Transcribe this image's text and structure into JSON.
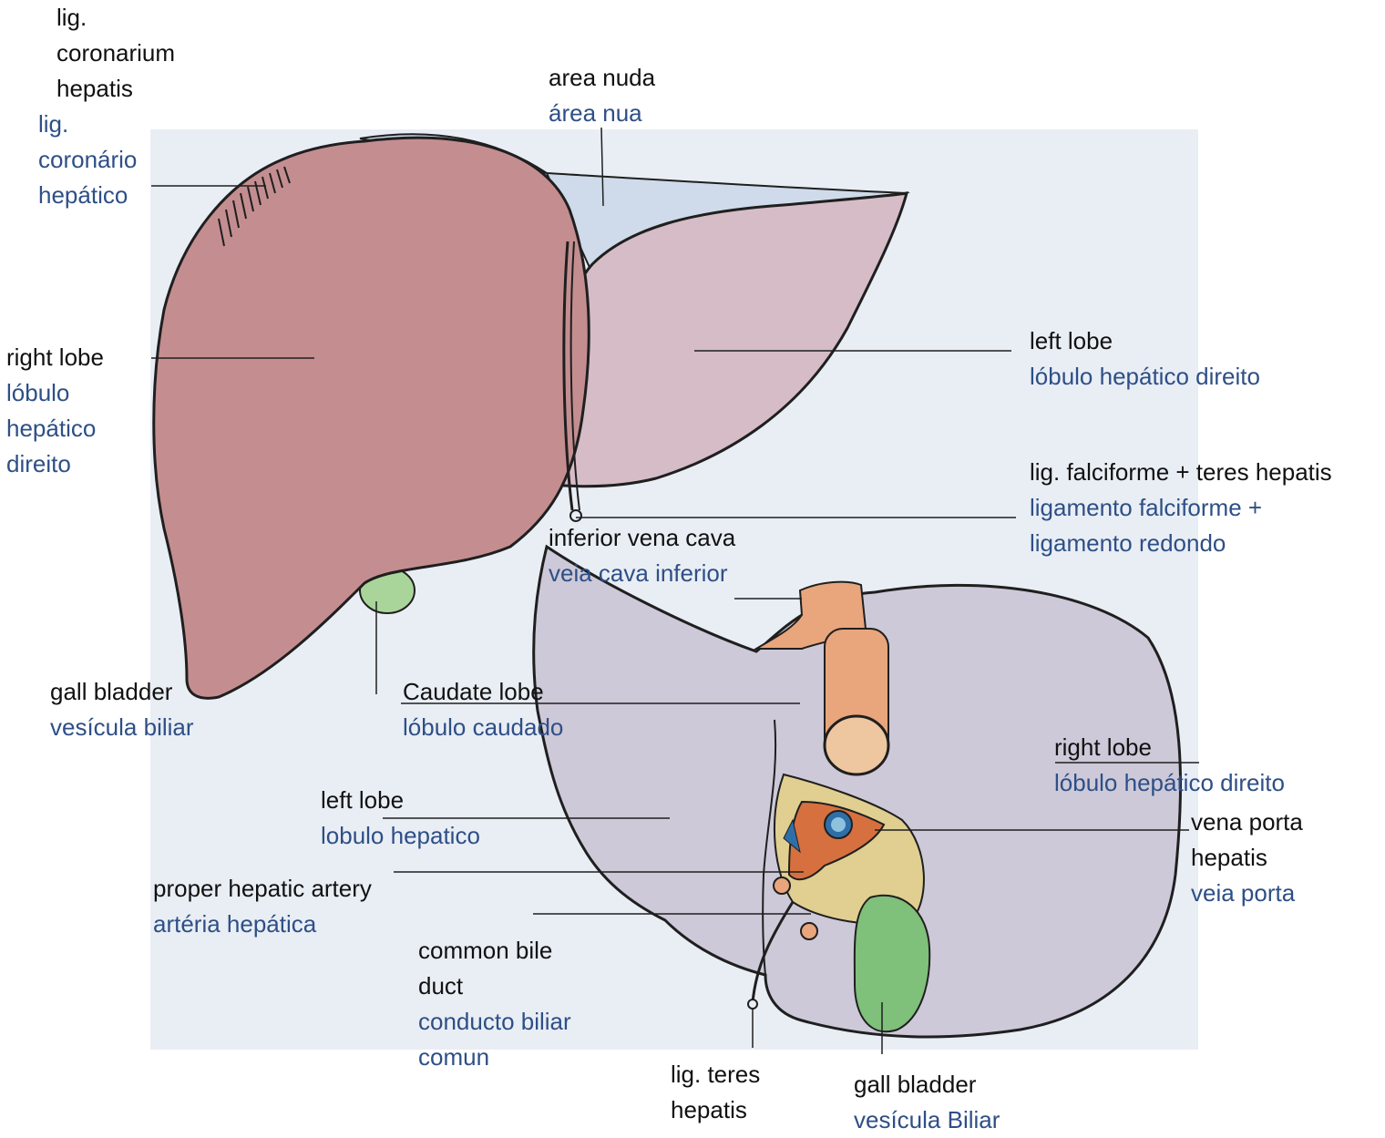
{
  "colors": {
    "english_text": "#111111",
    "portuguese_text": "#2e4f86",
    "paper": "#e9eef5",
    "liver_right_lobe": "#c48e91",
    "liver_left_lobe": "#d5bcc6",
    "liver_inferior": "#cdc9d8",
    "vena_cava": "#e9a57c",
    "gall_bladder": "#7fc07a",
    "portal_vein": "#d6703f",
    "hepatic_vessels": "#2f6fa8",
    "outline": "#1f1f1f"
  },
  "labels": {
    "coronary": {
      "en": "lig.\ncoronarium\nhepatis",
      "pt": "lig.\ncoronário\nhepático"
    },
    "area_nuda": {
      "en": "area nuda",
      "pt": "área nua"
    },
    "right_lobe_top": {
      "en": "right lobe",
      "pt": "lóbulo\nhepático\ndireito"
    },
    "left_lobe_top": {
      "en": "left lobe",
      "pt": "lóbulo hepático direito"
    },
    "falciform": {
      "en": "lig. falciforme + teres hepatis",
      "pt": "ligamento falciforme +\nligamento redondo"
    },
    "ivc": {
      "en": "inferior vena cava",
      "pt": " veia cava inferior"
    },
    "gall_bladder_top": {
      "en": "gall bladder",
      "pt": "vesícula biliar"
    },
    "caudate": {
      "en": "Caudate lobe",
      "pt": "lóbulo caudado"
    },
    "right_lobe_bottom": {
      "en": "right lobe",
      "pt": "lóbulo hepático direito"
    },
    "left_lobe_bottom": {
      "en": "left lobe",
      "pt": "lobulo hepatico"
    },
    "vena_porta": {
      "en": "vena porta\nhepatis",
      "pt": "veia porta"
    },
    "hepatic_artery": {
      "en": "proper hepatic artery",
      "pt": "artéria hepática"
    },
    "bile_duct": {
      "en": "common bile\nduct",
      "pt": "conducto biliar\ncomun"
    },
    "teres": {
      "en": "lig. teres\nhepatis",
      "pt": ""
    },
    "gall_bladder_bottom": {
      "en": "gall bladder",
      "pt": "vesícula Biliar"
    }
  }
}
